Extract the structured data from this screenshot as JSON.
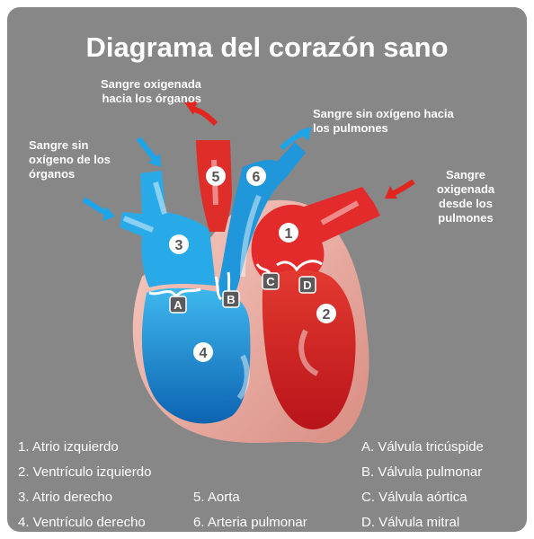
{
  "title": "Diagrama del corazón sano",
  "flow_labels": {
    "oxy_to_organs": "Sangre oxigenada hacia los órganos",
    "deoxy_to_lungs": "Sangre sin oxígeno hacia los pulmones",
    "deoxy_from_organs": "Sangre sin oxígeno de los órganos",
    "oxy_from_lungs": "Sangre oxigenada desde los pulmones"
  },
  "chamber_markers": [
    "1",
    "2",
    "3",
    "4",
    "5",
    "6"
  ],
  "valve_markers": [
    "A",
    "B",
    "C",
    "D"
  ],
  "legend": {
    "col1": [
      "1. Atrio izquierdo",
      "2. Ventrículo izquierdo",
      "3. Atrio derecho",
      "4. Ventrículo derecho"
    ],
    "col2": [
      "5. Aorta",
      "6. Arteria pulmonar"
    ],
    "col3": [
      "A. Válvula tricúspide",
      "B. Válvula pulmonar",
      "C. Válvula aórtica",
      "D. Válvula mitral"
    ]
  },
  "colors": {
    "background": "#878787",
    "oxygenated": "#e02a2a",
    "deoxygenated": "#1aa0e2",
    "tissue": "#f0b8ad",
    "marker": "#5a5a5a"
  }
}
